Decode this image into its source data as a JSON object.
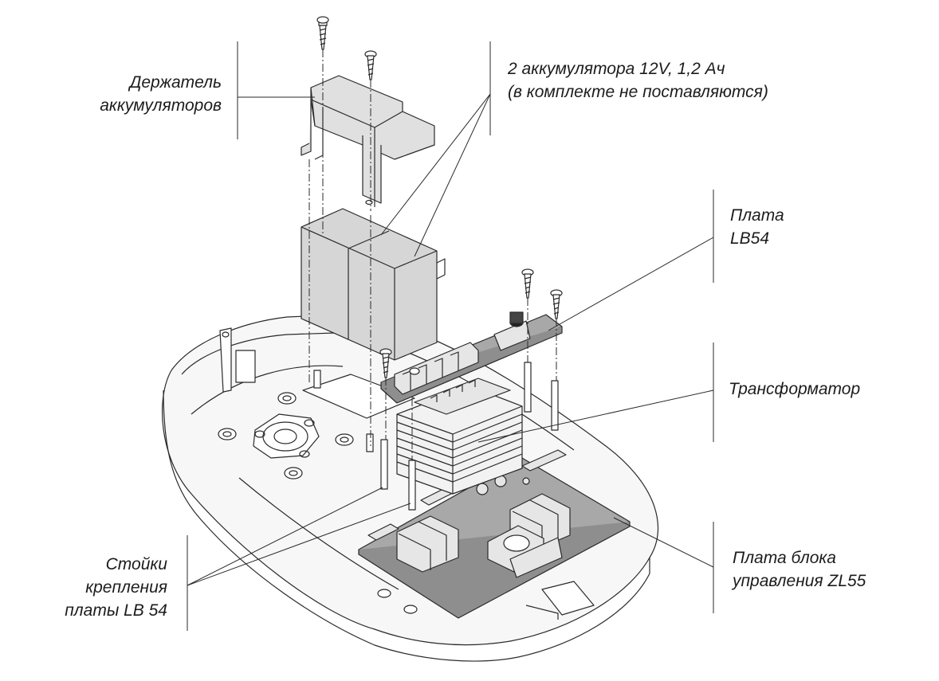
{
  "labels": {
    "holder": [
      "Держатель",
      "аккумуляторов"
    ],
    "batteries": [
      "2 аккумулятора 12V, 1,2 Ач",
      "(в комплекте не поставляются)"
    ],
    "board_lb54": [
      "Плата",
      "LB54"
    ],
    "transformer": [
      "Трансформатор"
    ],
    "control_board": [
      "Плата блока",
      "управления ZL55"
    ],
    "standoffs": [
      "Стойки",
      "крепления",
      "платы LB 54"
    ]
  },
  "colors": {
    "line": "#2a2a2a",
    "housing": "#f7f7f7",
    "battery": "#d6d6d6",
    "board": "#a8a8a8",
    "component": "#e6e6e6"
  }
}
